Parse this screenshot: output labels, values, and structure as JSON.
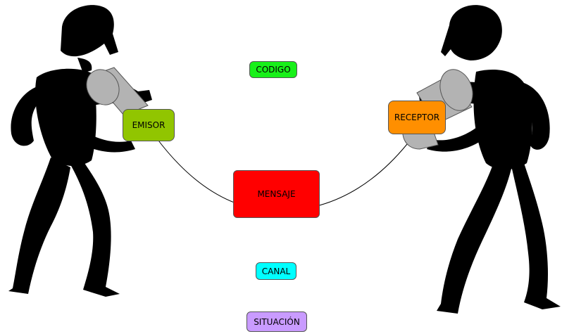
{
  "labels": {
    "codigo": {
      "text": "CODIGO",
      "color": "#18f019"
    },
    "emisor": {
      "text": "EMISOR",
      "color": "#91c500"
    },
    "receptor": {
      "text": "RECEPTOR",
      "color": "#ff8f00"
    },
    "mensaje": {
      "text": "MENSAJE",
      "color": "#ff0000"
    },
    "canal": {
      "text": "CANAL",
      "color": "#00ffff"
    },
    "situacion": {
      "text": "SITUACIÓN",
      "color": "#c99bff"
    }
  },
  "figure_color": "#000000",
  "can_color": "#b3b3b3"
}
